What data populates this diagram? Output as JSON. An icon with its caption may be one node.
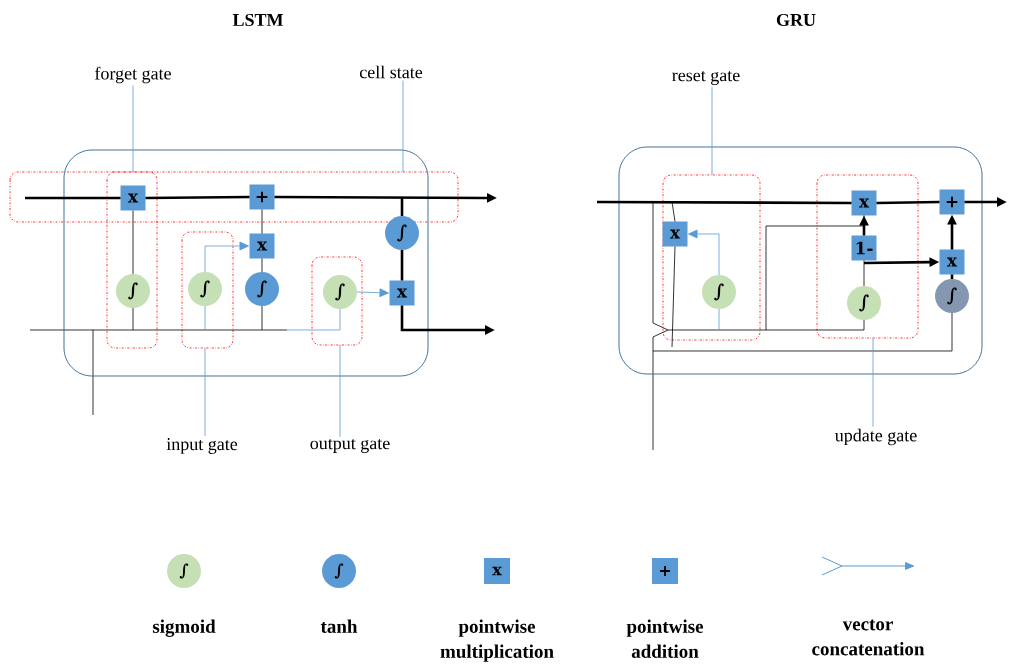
{
  "diagram": {
    "nodes": [
      {
        "text": [
          "LSTM"
        ]
      },
      {
        "text": [],
        "shape": "box"
      },
      {
        "text": [
          "x"
        ],
        "in": 1
      },
      {
        "text": [
          "∫"
        ],
        "in": 1
      },
      {
        "text": [
          "∫"
        ],
        "in": 1
      },
      {
        "text": [
          "x"
        ],
        "in": 1
      },
      {
        "text": [
          "+"
        ],
        "in": 1
      },
      {
        "text": [
          "∫"
        ],
        "in": 1
      },
      {
        "text": [
          "∫"
        ],
        "in": 1
      },
      {
        "text": [
          "x"
        ],
        "in": 1
      },
      {
        "text": [
          "∫"
        ],
        "in": 1
      },
      {
        "text": [
          "forget gate"
        ]
      },
      {
        "text": [
          "cell state"
        ]
      },
      {
        "text": [
          "input gate"
        ]
      },
      {
        "text": [
          "output gate"
        ]
      },
      {
        "text": [
          "GRU"
        ]
      },
      {
        "text": [],
        "shape": "box"
      },
      {
        "text": [
          "x"
        ],
        "in": 16
      },
      {
        "text": [
          "∫"
        ],
        "in": 16
      },
      {
        "text": [
          "x"
        ],
        "in": 16
      },
      {
        "text": [
          "1-"
        ],
        "in": 16
      },
      {
        "text": [
          "∫"
        ],
        "in": 16
      },
      {
        "text": [
          "+"
        ],
        "in": 16
      },
      {
        "text": [
          "x"
        ],
        "in": 16
      },
      {
        "text": [
          "∫"
        ],
        "in": 16
      },
      {
        "text": [
          "reset gate"
        ]
      },
      {
        "text": [
          "update gate"
        ]
      }
    ],
    "edges": [
      {
        "from": null,
        "to": 2,
        "arrow": "none",
        "style": "thick"
      },
      {
        "from": 2,
        "to": 6,
        "arrow": "none",
        "style": "thick"
      },
      {
        "from": 6,
        "to": null,
        "arrow": "to",
        "style": "thick"
      },
      {
        "from": null,
        "to": 10,
        "arrow": "none",
        "style": "thick"
      },
      {
        "from": 3,
        "to": 2,
        "arrow": "none"
      },
      {
        "from": 4,
        "to": 5,
        "arrow": "to",
        "color": "#5b9bd5"
      },
      {
        "from": 7,
        "to": 5,
        "arrow": "none"
      },
      {
        "from": 5,
        "to": 6,
        "arrow": "none"
      },
      {
        "from": 8,
        "to": 9,
        "arrow": "to",
        "color": "#5b9bd5"
      },
      {
        "from": 10,
        "to": 9,
        "arrow": "none",
        "style": "thick"
      },
      {
        "from": 9,
        "to": null,
        "arrow": "to",
        "style": "thick"
      },
      {
        "from": null,
        "to": 3,
        "arrow": "none"
      },
      {
        "from": null,
        "to": 4,
        "arrow": "none",
        "color": "#5b9bd5"
      },
      {
        "from": null,
        "to": 7,
        "arrow": "none"
      },
      {
        "from": null,
        "to": 8,
        "arrow": "none",
        "color": "#5b9bd5"
      },
      {
        "from": 11,
        "to": null,
        "arrow": "none",
        "color": "#5b9bd5"
      },
      {
        "from": 12,
        "to": null,
        "arrow": "none",
        "color": "#5b9bd5"
      },
      {
        "from": 13,
        "to": null,
        "arrow": "none",
        "color": "#5b9bd5"
      },
      {
        "from": 14,
        "to": null,
        "arrow": "none",
        "color": "#5b9bd5"
      },
      {
        "from": null,
        "to": 19,
        "arrow": "none",
        "style": "thick"
      },
      {
        "from": 19,
        "to": 22,
        "arrow": "none",
        "style": "thick"
      },
      {
        "from": 22,
        "to": null,
        "arrow": "to",
        "style": "thick"
      },
      {
        "from": null,
        "to": 17,
        "arrow": "none"
      },
      {
        "from": 18,
        "to": 17,
        "arrow": "to",
        "color": "#5b9bd5"
      },
      {
        "from": null,
        "to": 18,
        "arrow": "none",
        "color": "#5b9bd5"
      },
      {
        "from": null,
        "to": 19,
        "arrow": "none"
      },
      {
        "from": null,
        "to": 21,
        "arrow": "none"
      },
      {
        "from": 21,
        "to": 20,
        "arrow": "none"
      },
      {
        "from": 20,
        "to": 19,
        "arrow": "to",
        "style": "thick"
      },
      {
        "from": 20,
        "to": 23,
        "arrow": "to",
        "style": "thick"
      },
      {
        "from": 24,
        "to": 23,
        "arrow": "none",
        "style": "thick"
      },
      {
        "from": 23,
        "to": 22,
        "arrow": "to",
        "style": "thick"
      },
      {
        "from": null,
        "to": 24,
        "arrow": "none"
      },
      {
        "from": 25,
        "to": null,
        "arrow": "none",
        "color": "#5b9bd5"
      },
      {
        "from": 26,
        "to": null,
        "arrow": "none",
        "color": "#5b9bd5"
      }
    ],
    "labels": [
      "∫",
      "∫",
      "x",
      "+"
    ],
    "legend": [
      {
        "text": "sigmoid",
        "color": "#c5e0b4"
      },
      {
        "text": "tanh",
        "color": "#5b9bd5"
      },
      {
        "text": "pointwise multiplication",
        "color": "#5b9bd5"
      },
      {
        "text": "pointwise addition",
        "color": "#5b9bd5"
      },
      {
        "text": "vector concatenation"
      }
    ]
  }
}
